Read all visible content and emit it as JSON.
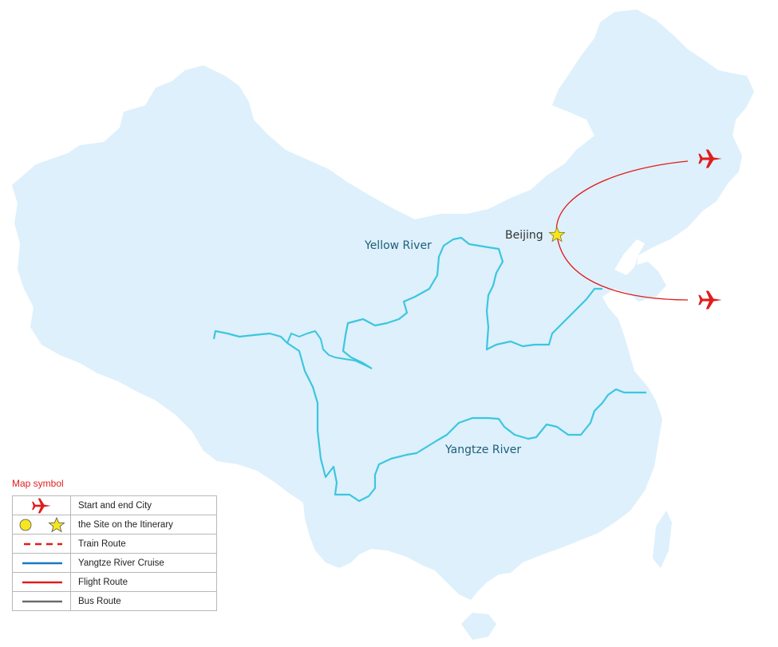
{
  "map": {
    "labels": {
      "yellow_river": "Yellow River",
      "yangtze_river": "Yangtze River",
      "beijing": "Beijing"
    }
  },
  "colors": {
    "land": "#ddf0fb",
    "river": "#3cc6e0",
    "flight": "#e21b1b",
    "star": "#f5e620",
    "train": "#e21b1b",
    "cruise": "#1a78c2",
    "bus": "#6b6b6b"
  },
  "legend": {
    "title": "Map symbol",
    "items": [
      {
        "icon": "plane-icon",
        "label": "Start and end City"
      },
      {
        "icon": "circle-and-star-icon",
        "label": "the Site on the Itinerary"
      },
      {
        "icon": "dashed-red-line-icon",
        "label": "Train Route"
      },
      {
        "icon": "blue-line-icon",
        "label": "Yangtze River Cruise"
      },
      {
        "icon": "red-line-icon",
        "label": "Flight Route"
      },
      {
        "icon": "gray-line-icon",
        "label": "Bus Route"
      }
    ]
  }
}
